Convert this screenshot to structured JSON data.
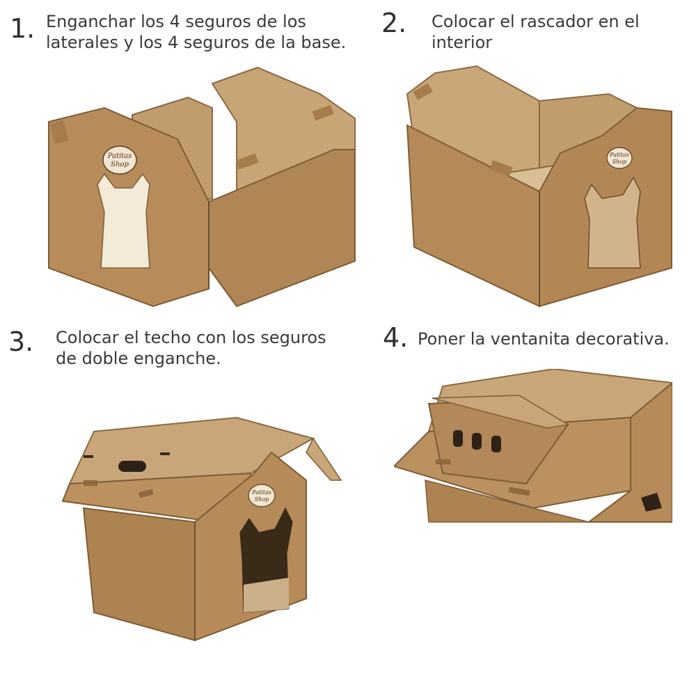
{
  "steps": [
    {
      "number": "1.",
      "lines": [
        "Enganchar los 4 seguros de los",
        "laterales y los 4 seguros de la base."
      ],
      "illustration": "open-box-with-side-tabs"
    },
    {
      "number": "2.",
      "lines": [
        "Colocar el rascador en el",
        "interior"
      ],
      "illustration": "box-with-scratcher-inside"
    },
    {
      "number": "3.",
      "lines": [
        "Colocar el techo con los seguros",
        "de doble enganche."
      ],
      "illustration": "house-with-roof"
    },
    {
      "number": "4.",
      "lines": [
        "Poner la ventanita decorativa."
      ],
      "illustration": "roof-with-decorative-window"
    }
  ],
  "brand": {
    "logo_line1": "Patitas",
    "logo_line2": "Shop"
  },
  "colors": {
    "cardboard": "#b8905f",
    "cardboard_dark": "#8a6a43",
    "cardboard_light": "#cfae7f",
    "text": "#3a3a3a"
  }
}
